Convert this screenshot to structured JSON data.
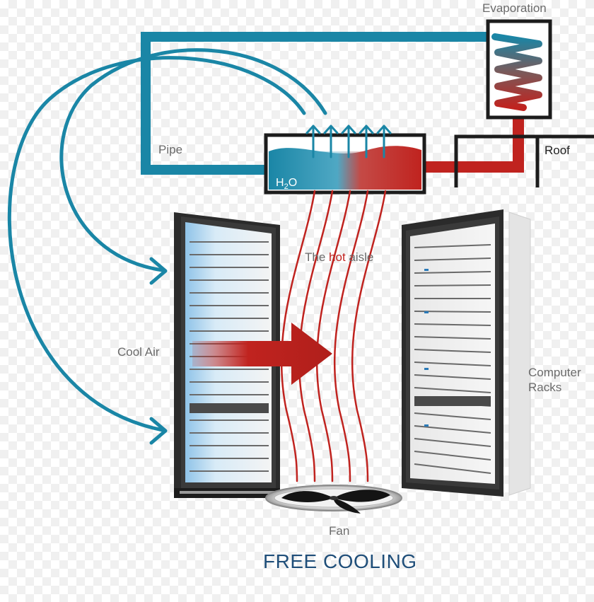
{
  "labels": {
    "evaporation": "Evaporation",
    "pipe": "Pipe",
    "roof": "Roof",
    "h2o_h": "H",
    "h2o_sub": "2",
    "h2o_o": "O",
    "hot_aisle_pre": "The ",
    "hot_aisle_hot": "hot",
    "hot_aisle_post": " aisle",
    "cool_air": "Cool Air",
    "computer": "Computer",
    "racks": "Racks",
    "fan": "Fan",
    "title": "FREE COOLING"
  },
  "colors": {
    "cool": "#1a86a6",
    "hot": "#c0231f",
    "rack_dark": "#2b2b2b",
    "title": "#1f4e79"
  }
}
